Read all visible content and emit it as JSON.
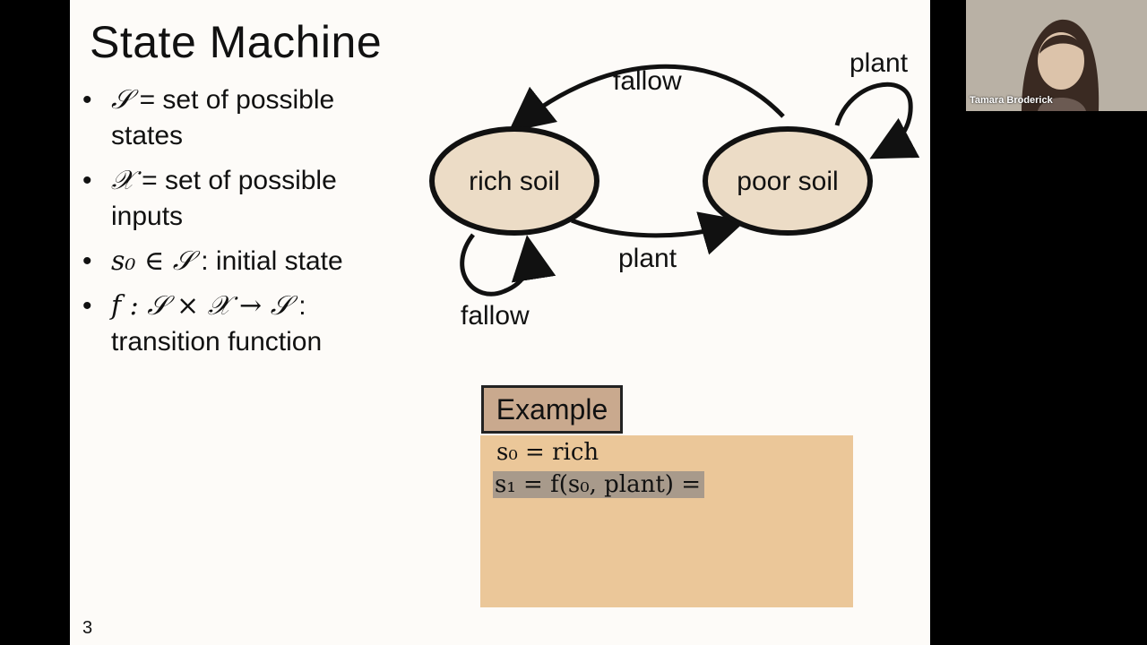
{
  "slide": {
    "title": "State Machine",
    "page_number": "3",
    "bullets": [
      {
        "symbol": "𝒮",
        "text": " = set of possible states"
      },
      {
        "symbol": "𝒳",
        "text": " = set of possible inputs"
      },
      {
        "symbol": "s₀ ∈ 𝒮",
        "text": " : initial state"
      },
      {
        "symbol": "f : 𝒮 × 𝒳 → 𝒮",
        "text": " : transition function"
      }
    ],
    "diagram": {
      "states": [
        "rich soil",
        "poor soil"
      ],
      "edges": {
        "rich_to_poor": "plant",
        "poor_to_rich": "fallow",
        "rich_self": "fallow",
        "poor_self": "plant"
      },
      "state_fill": "#ecdcc6"
    },
    "example": {
      "header": "Example",
      "line1": "s₀ = rich",
      "line2": "s₁ = f(s₀, plant) ="
    }
  },
  "webcam": {
    "participant_name": "Tamara Broderick"
  }
}
